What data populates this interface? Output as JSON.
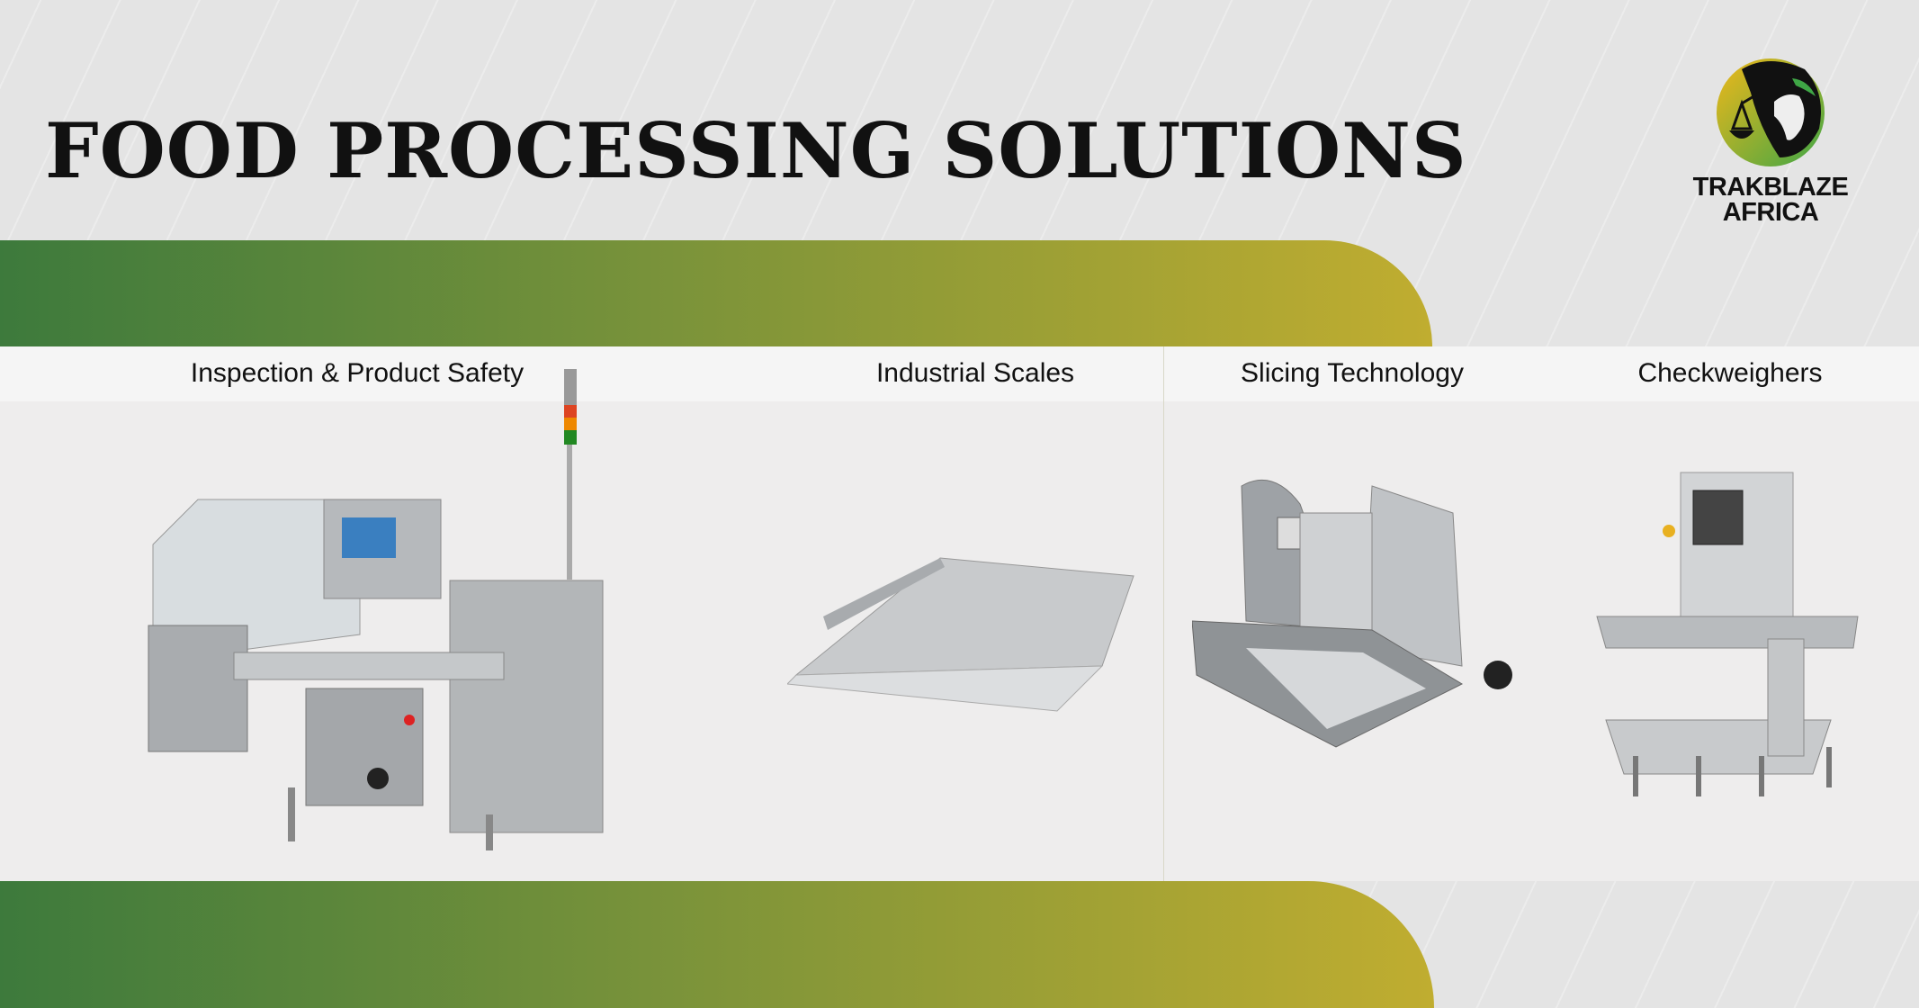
{
  "header": {
    "title": "FOOD PROCESSING SOLUTIONS"
  },
  "logo": {
    "line1": "TRAKBLAZE",
    "line2": "AFRICA",
    "icon": "globe-scale-icon"
  },
  "categories": [
    {
      "label": "Inspection & Product Safety",
      "image": "metal-detector-machine"
    },
    {
      "label": "Industrial Scales",
      "image": "floor-scale-platform"
    },
    {
      "label": "Slicing Technology",
      "image": "meat-slicer"
    },
    {
      "label": "Checkweighers",
      "image": "checkweigher-machine"
    }
  ],
  "colors": {
    "gradient_start": "#3d7a3c",
    "gradient_end": "#c0ad30",
    "title": "#111111"
  }
}
